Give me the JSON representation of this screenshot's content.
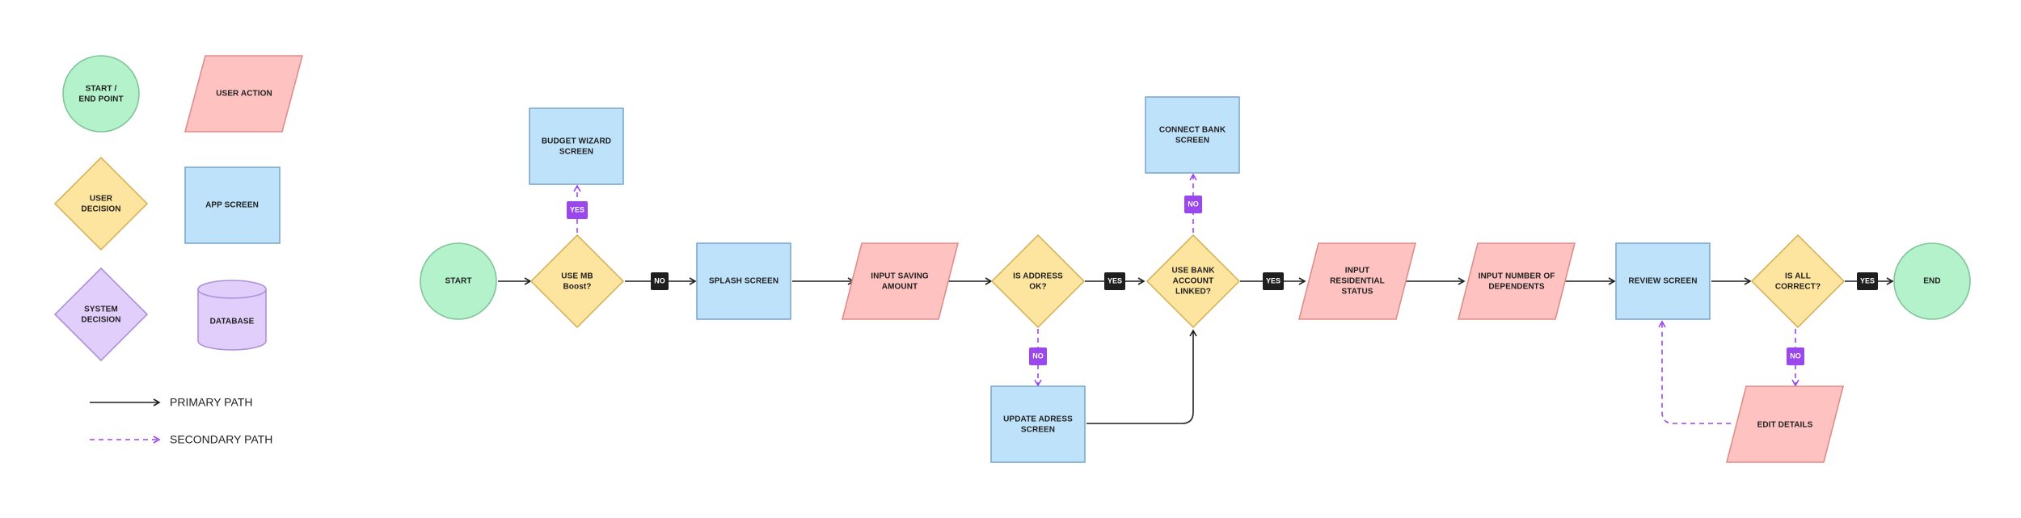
{
  "colors": {
    "terminal_fill": "#b3f2cb",
    "terminal_stroke": "#7fc597",
    "action_fill": "#fec3c0",
    "action_stroke": "#de8d89",
    "screen_fill": "#bfe2fb",
    "screen_stroke": "#7ea9cc",
    "decision_fill": "#fde59f",
    "decision_stroke": "#d6b35c",
    "system_fill": "#e2cefa",
    "system_stroke": "#ad90d8",
    "primary_line": "#1f1f1f",
    "secondary_line": "#9b47ee",
    "yes_no_tag": "#1f1f1f",
    "secondary_tag": "#9b47ee"
  },
  "legend": {
    "start_end": [
      "START /",
      "END POINT"
    ],
    "user_action": [
      "USER ACTION"
    ],
    "user_decision": [
      "USER",
      "DECISION"
    ],
    "app_screen": [
      "APP SCREEN"
    ],
    "system_decision": [
      "SYSTEM",
      "DECISION"
    ],
    "database": [
      "DATABASE"
    ],
    "primary_path": "PRIMARY PATH",
    "secondary_path": "SECONDARY PATH"
  },
  "flow": {
    "start": [
      "START"
    ],
    "use_mb_boost": [
      "USE MB",
      "Boost?"
    ],
    "budget_wizard": [
      "BUDGET WIZARD",
      "SCREEN"
    ],
    "splash": [
      "SPLASH SCREEN"
    ],
    "input_saving": [
      "INPUT SAVING",
      "AMOUNT"
    ],
    "address_ok": [
      "IS ADDRESS",
      "OK?"
    ],
    "update_address": [
      "UPDATE ADRESS",
      "SCREEN"
    ],
    "bank_linked": [
      "USE BANK",
      "ACCOUNT",
      "LINKED?"
    ],
    "connect_bank": [
      "CONNECT BANK",
      "SCREEN"
    ],
    "residential": [
      "INPUT",
      "RESIDENTIAL",
      "STATUS"
    ],
    "dependents": [
      "INPUT NUMBER OF",
      "DEPENDENTS"
    ],
    "review": [
      "REVIEW SCREEN"
    ],
    "all_correct": [
      "IS ALL",
      "CORRECT?"
    ],
    "edit_details": [
      "EDIT DETAILS"
    ],
    "end": [
      "END"
    ]
  },
  "tags": {
    "yes": "YES",
    "no": "NO"
  }
}
